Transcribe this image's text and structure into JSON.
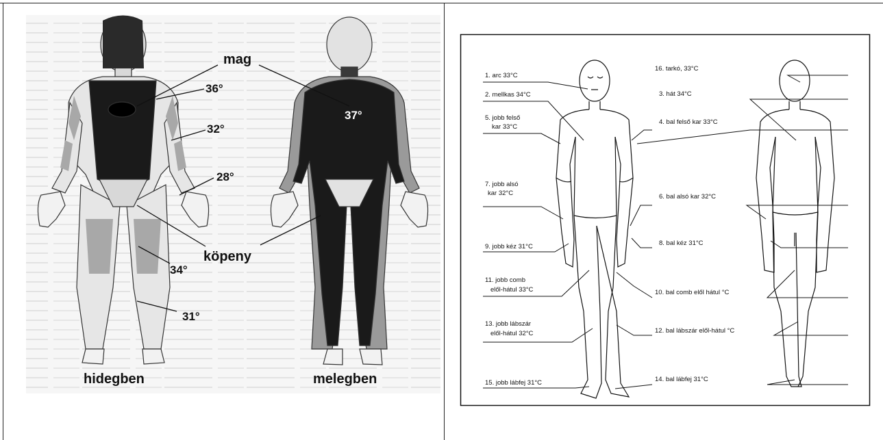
{
  "left_panel": {
    "labels": {
      "mag": "mag",
      "t36": "36°",
      "t32": "32°",
      "t28": "28°",
      "kopeny": "köpeny",
      "t34": "34°",
      "t31": "31°",
      "t37": "37°"
    },
    "captions": {
      "cold": "hidegben",
      "warm": "melegben"
    }
  },
  "right_panel": {
    "left_labels": [
      "1. arc 33°C",
      "2. mellkas 34°C",
      "5. jobb felső",
      "kar 33°C",
      "7. jobb alsó",
      "kar 32°C",
      "9. jobb kéz 31°C",
      "11. jobb comb",
      "elől-hátul 33°C",
      "13. jobb lábszár",
      "elől-hátul 32°C",
      "15. jobb lábfej 31°C"
    ],
    "right_labels": [
      "16. tarkó, 33°C",
      "3. hát 34°C",
      "4. bal felső kar 33°C",
      "6. bal alsó kar 32°C",
      "8. bal kéz 31°C",
      "10. bal comb elől hátul °C",
      "12. bal lábszár elől-hátul °C",
      "14. bal lábfej 31°C"
    ]
  },
  "colors": {
    "core": "#1a1a1a",
    "shell": "#9a9a9a",
    "skin": "#ededed",
    "line": "#111111"
  }
}
